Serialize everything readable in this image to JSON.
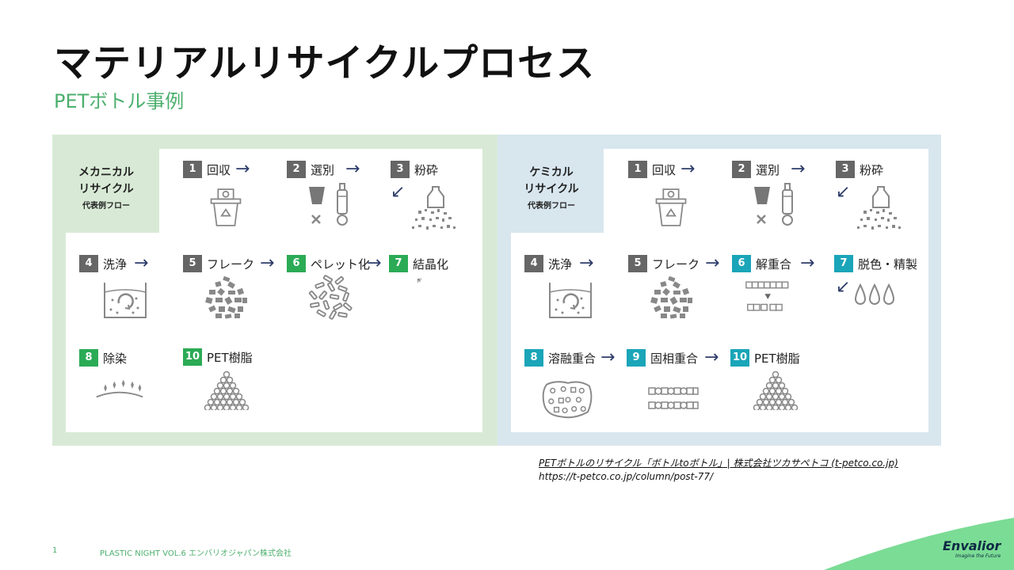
{
  "title": "マテリアルリサイクルプロセス",
  "subtitle": "PETボトル事例",
  "colors": {
    "accent_green": "#4caf6e",
    "mech_bg": "#d8ead6",
    "chem_bg": "#d8e6ee",
    "step_gray": "#666666",
    "step_green": "#2bab55",
    "step_teal": "#1aa5b8",
    "arrow": "#2e3d6b"
  },
  "mechanical": {
    "label_line1": "メカニカル",
    "label_line2": "リサイクル",
    "label_sub": "代表例フロー",
    "steps": [
      {
        "num": "1",
        "text": "回収"
      },
      {
        "num": "2",
        "text": "選別"
      },
      {
        "num": "3",
        "text": "粉砕"
      },
      {
        "num": "4",
        "text": "洗浄"
      },
      {
        "num": "5",
        "text": "フレーク"
      },
      {
        "num": "6",
        "text": "ペレット化"
      },
      {
        "num": "7",
        "text": "結晶化"
      },
      {
        "num": "8",
        "text": "除染"
      },
      {
        "num": "10",
        "text": "PET樹脂"
      }
    ]
  },
  "chemical": {
    "label_line1": "ケミカル",
    "label_line2": "リサイクル",
    "label_sub": "代表例フロー",
    "steps": [
      {
        "num": "1",
        "text": "回収"
      },
      {
        "num": "2",
        "text": "選別"
      },
      {
        "num": "3",
        "text": "粉砕"
      },
      {
        "num": "4",
        "text": "洗浄"
      },
      {
        "num": "5",
        "text": "フレーク"
      },
      {
        "num": "6",
        "text": "解重合"
      },
      {
        "num": "7",
        "text": "脱色・精製"
      },
      {
        "num": "8",
        "text": "溶融重合"
      },
      {
        "num": "9",
        "text": "固相重合"
      },
      {
        "num": "10",
        "text": "PET樹脂"
      }
    ]
  },
  "arrow_glyph": "→",
  "diag_arrow_glyph": "↙",
  "source": {
    "link_text": "PETボトルのリサイクル「ボトルtoボトル」| 株式会社ツカサペトコ (t-petco.co.jp)",
    "url": "https://t-petco.co.jp/column/post-77/"
  },
  "footer": {
    "page_number": "1",
    "text": "PLASTIC NIGHT VOL.6 エンバリオジャパン株式会社",
    "brand": "Envalior",
    "tagline": "Imagine the Future"
  }
}
